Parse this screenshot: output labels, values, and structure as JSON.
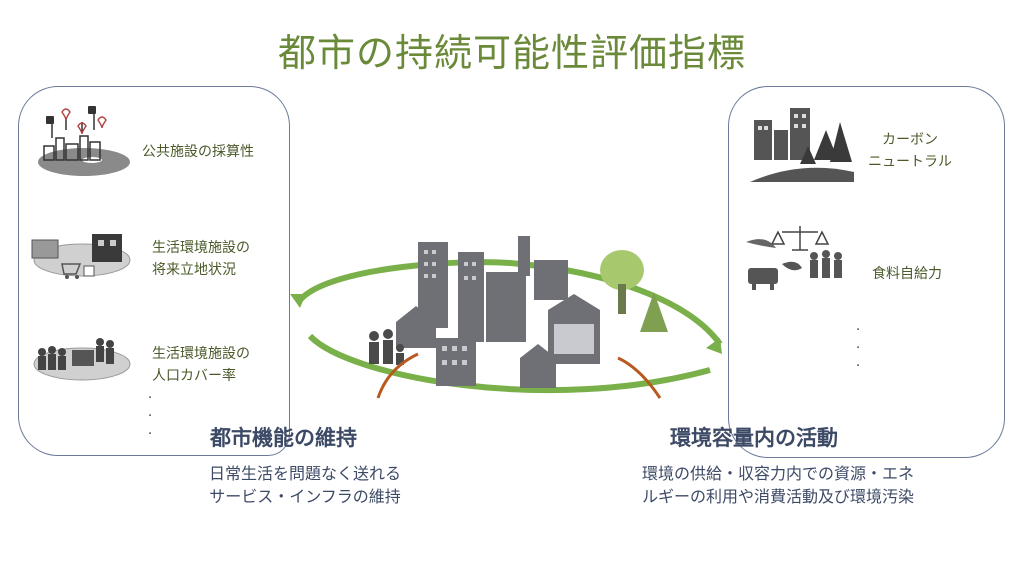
{
  "title": "都市の持続可能性評価指標",
  "left": {
    "items": [
      {
        "label": "公共施設の採算性",
        "icon": "community-likes-icon"
      },
      {
        "label_lines": [
          "生活環境施設の",
          "将来立地状況"
        ],
        "icon": "shopping-facility-icon"
      },
      {
        "label_lines": [
          "生活環境施設の",
          "人口カバー率"
        ],
        "icon": "population-coverage-icon"
      }
    ],
    "dots": [
      "·",
      "·",
      "·"
    ],
    "heading": "都市機能の維持",
    "desc_lines": [
      "日常生活を問題なく送れる",
      "サービス・インフラの維持"
    ]
  },
  "right": {
    "items": [
      {
        "label_lines": [
          "カーボン",
          "ニュートラル"
        ],
        "icon": "city-forest-icon"
      },
      {
        "label": "食料自給力",
        "icon": "food-scale-icon"
      }
    ],
    "dots": [
      "·",
      "·",
      "·"
    ],
    "heading": "環境容量内の活動",
    "desc_lines": [
      "環境の供給・収容力内での資源・エネ",
      "ルギーの利用や消費活動及び環境汚染"
    ]
  },
  "colors": {
    "title": "#6a8a3a",
    "ring": "#7ab04a",
    "building": "#6e7076",
    "border": "#6b7a9a",
    "text": "#3d4a66"
  }
}
